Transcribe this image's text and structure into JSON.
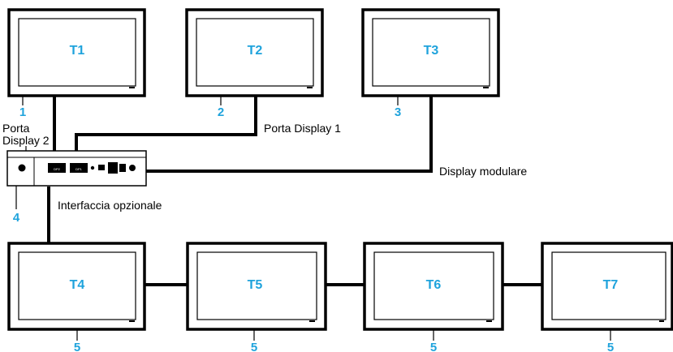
{
  "terminals": [
    {
      "label": "T1",
      "index": "1"
    },
    {
      "label": "T2",
      "index": "2"
    },
    {
      "label": "T3",
      "index": "3"
    },
    {
      "label": "T4",
      "index": "5"
    },
    {
      "label": "T5",
      "index": "5"
    },
    {
      "label": "T6",
      "index": "5"
    },
    {
      "label": "T7",
      "index": "5"
    }
  ],
  "box": {
    "index": "4",
    "port_a": "DP2",
    "port_b": "DP1"
  },
  "labels": {
    "porta_display_2_line1": "Porta",
    "porta_display_2_line2": "Display 2",
    "porta_display_1": "Porta Display 1",
    "display_modulare": "Display modulare",
    "interfaccia_opzionale": "Interfaccia opzionale"
  },
  "colors": {
    "accent": "#1fa3dc",
    "line": "#000000"
  }
}
